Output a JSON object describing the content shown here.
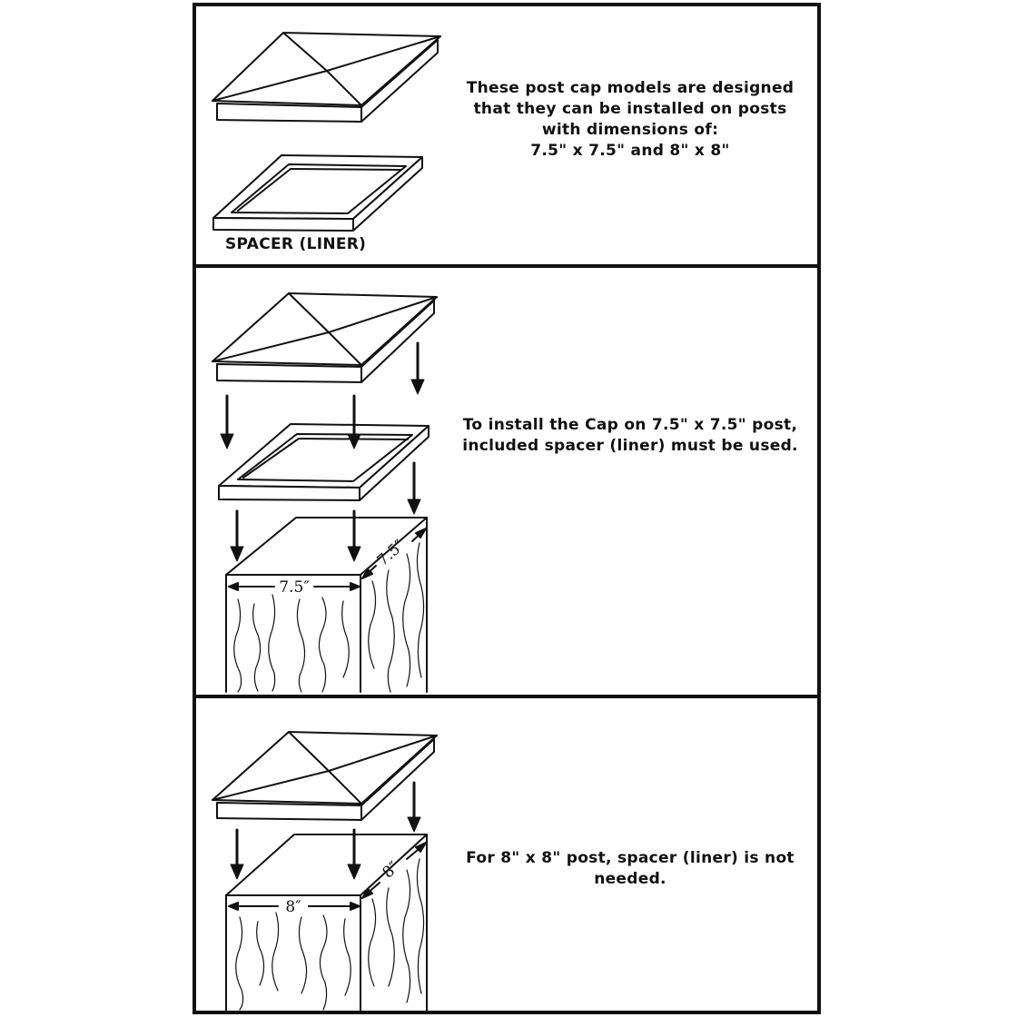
{
  "panel1": {
    "caption_lines": [
      "These post cap models are designed",
      "that they can be installed on posts",
      "with dimensions of:",
      "7.5\" x 7.5\" and 8\" x 8\""
    ],
    "spacer_label": "SPACER (LINER)"
  },
  "panel2": {
    "caption_lines": [
      "To install the Cap on 7.5\" x 7.5\" post,",
      "included spacer (liner) must be used."
    ],
    "front_dimension": "7.5″",
    "side_dimension": "7.5″"
  },
  "panel3": {
    "caption_lines": [
      "For 8\" x 8\" post, spacer (liner) is not",
      "needed."
    ],
    "front_dimension": "8″",
    "side_dimension": "8″"
  },
  "colors": {
    "ink": "#111111",
    "background": "#ffffff"
  }
}
